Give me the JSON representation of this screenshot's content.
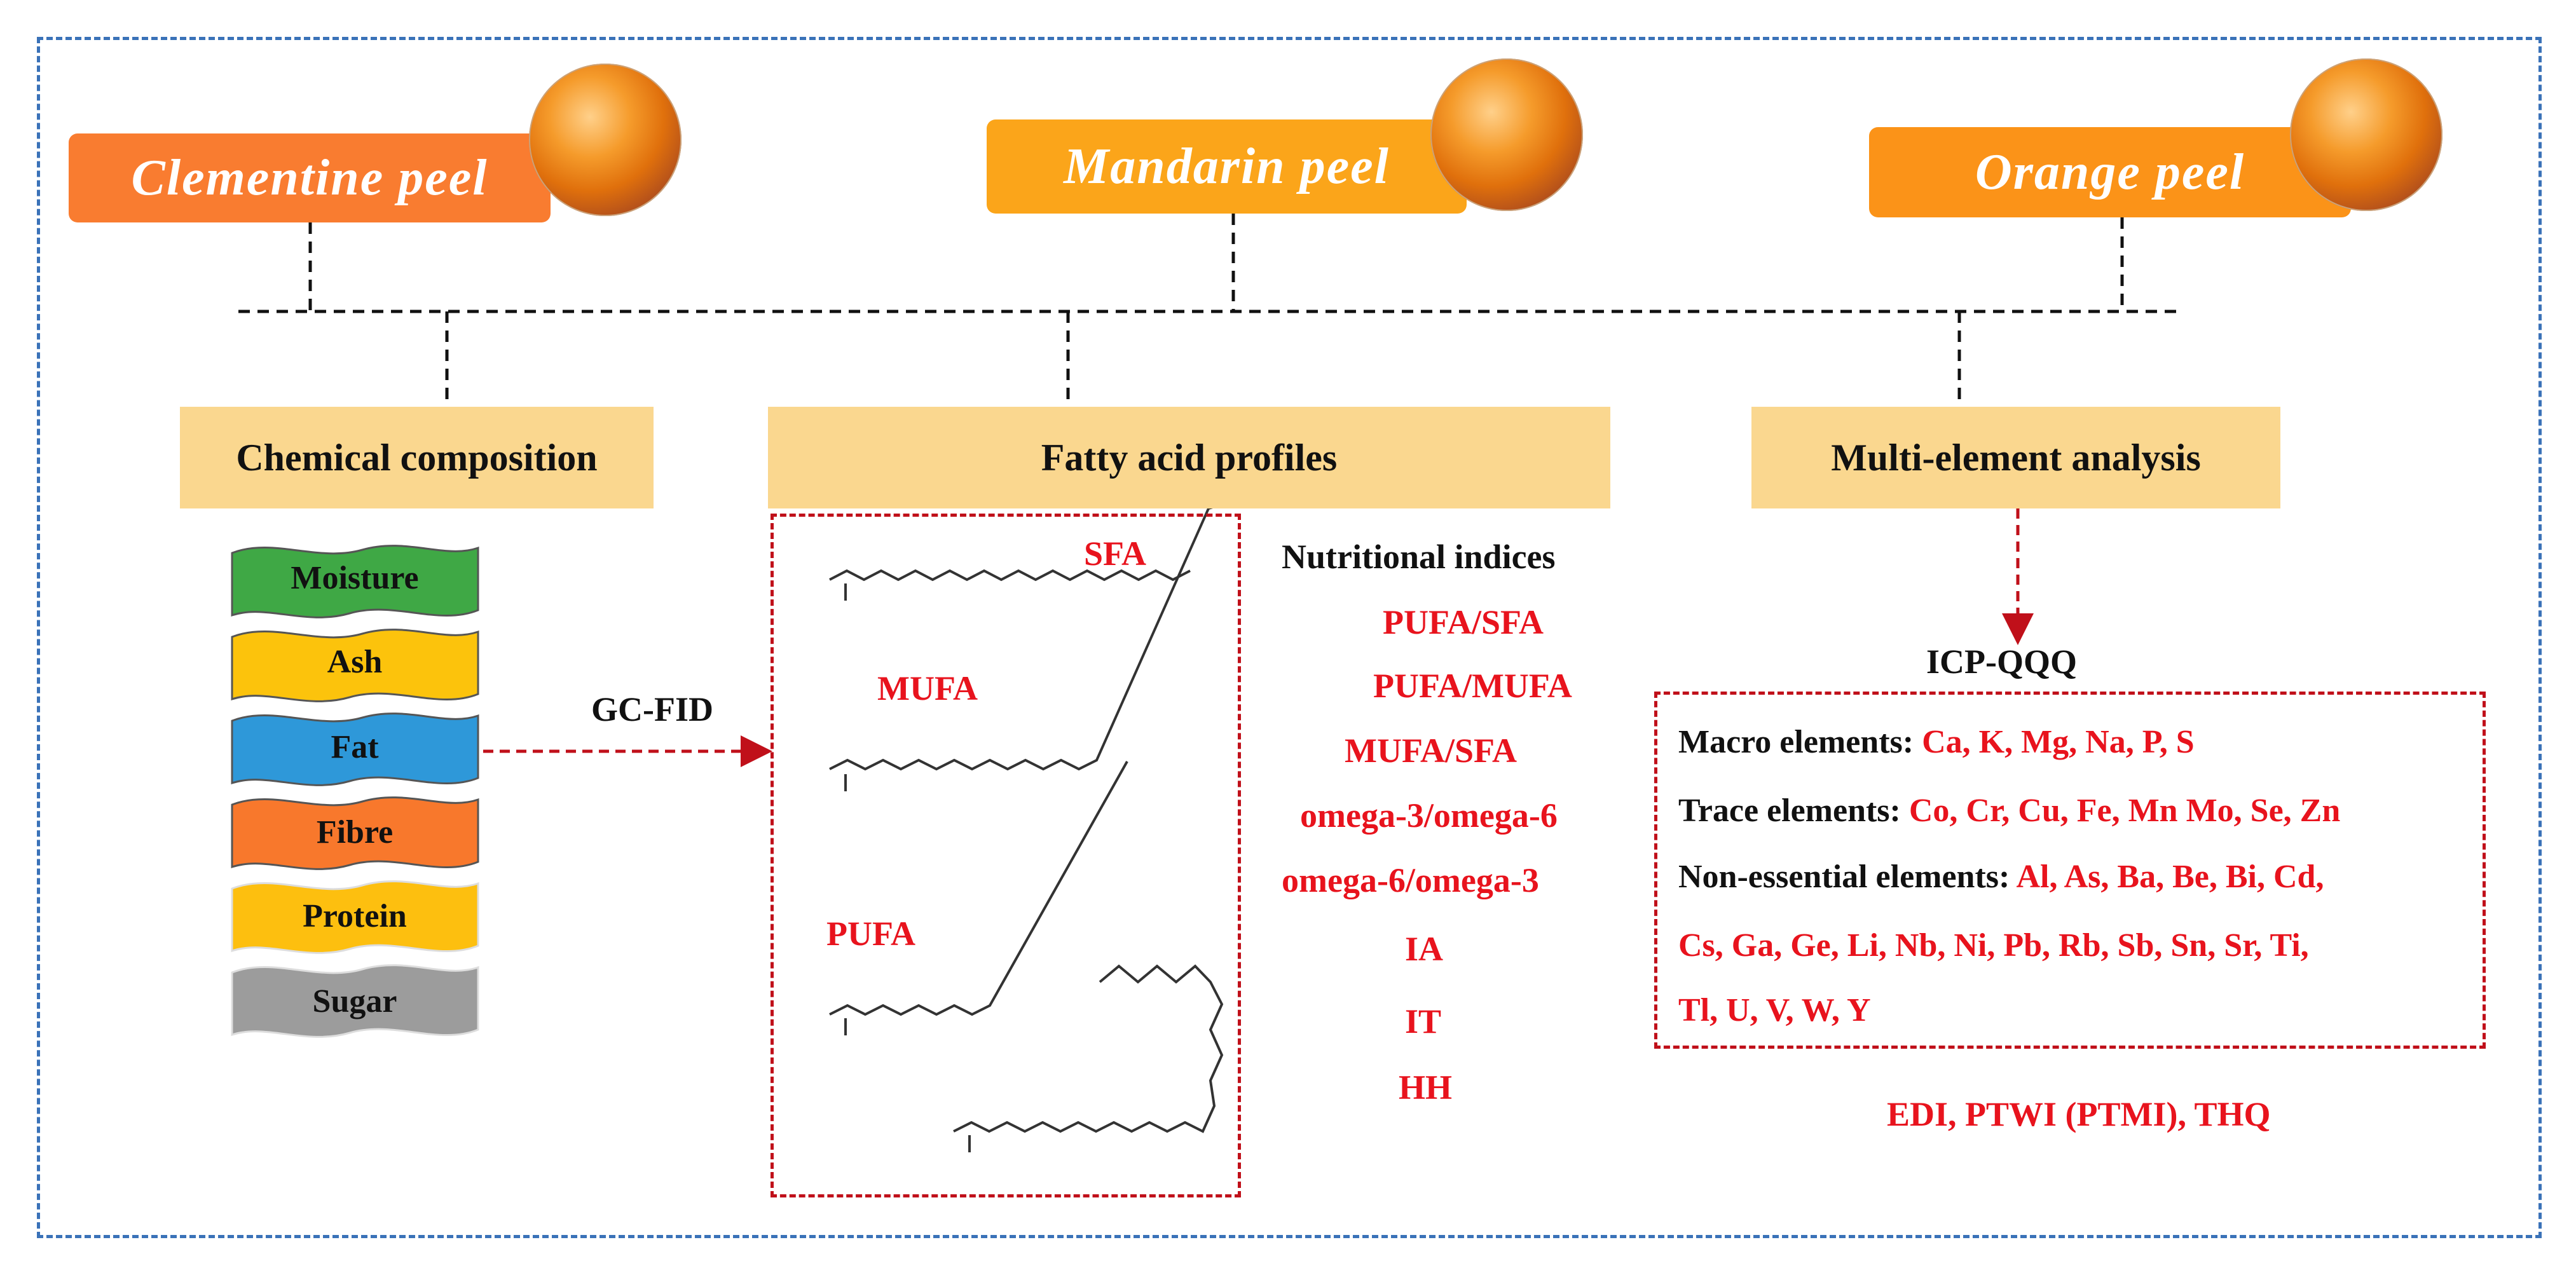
{
  "peels": [
    {
      "label": "Clementine peel",
      "color": "#f97c30"
    },
    {
      "label": "Mandarin peel",
      "color": "#fba51a"
    },
    {
      "label": "Orange peel",
      "color": "#fb9318"
    }
  ],
  "categories": {
    "chemical": "Chemical composition",
    "fatty": "Fatty acid profiles",
    "multi": "Multi-element analysis"
  },
  "composition": [
    {
      "label": "Moisture",
      "color": "#3fa845"
    },
    {
      "label": "Ash",
      "color": "#fcc30c"
    },
    {
      "label": "Fat",
      "color": "#2e98d9"
    },
    {
      "label": "Fibre",
      "color": "#f8782c"
    },
    {
      "label": "Protein",
      "color": "#fdbf0f"
    },
    {
      "label": "Sugar",
      "color": "#9c9c9c"
    }
  ],
  "method_gc": "GC-FID",
  "fatty_acids": {
    "sfa": "SFA",
    "mufa": "MUFA",
    "pufa": "PUFA"
  },
  "nutritional": {
    "title": "Nutritional indices",
    "items": [
      "PUFA/SFA",
      "PUFA/MUFA",
      "MUFA/SFA",
      "omega-3/omega-6",
      "omega-6/omega-3",
      "IA",
      "IT",
      "HH"
    ]
  },
  "method_icp": "ICP-QQQ",
  "elements": {
    "macro_label": "Macro elements:",
    "macro_values": "Ca, K, Mg, Na, P, S",
    "trace_label": "Trace elements:",
    "trace_values": "Co, Cr, Cu, Fe, Mn Mo, Se, Zn",
    "nonessential_label": "Non-essential elements:",
    "nonessential_line1": "Al, As, Ba, Be, Bi, Cd,",
    "nonessential_line2": "Cs, Ga, Ge, Li, Nb, Ni, Pb, Rb, Sb, Sn, Sr, Ti,",
    "nonessential_line3": "Tl, U, V, W, Y"
  },
  "risk": "EDI, PTWI (PTMI), THQ",
  "colors": {
    "frame": "#3a72b8",
    "accent_red": "#e8131d",
    "category_fill": "#fad78f"
  }
}
